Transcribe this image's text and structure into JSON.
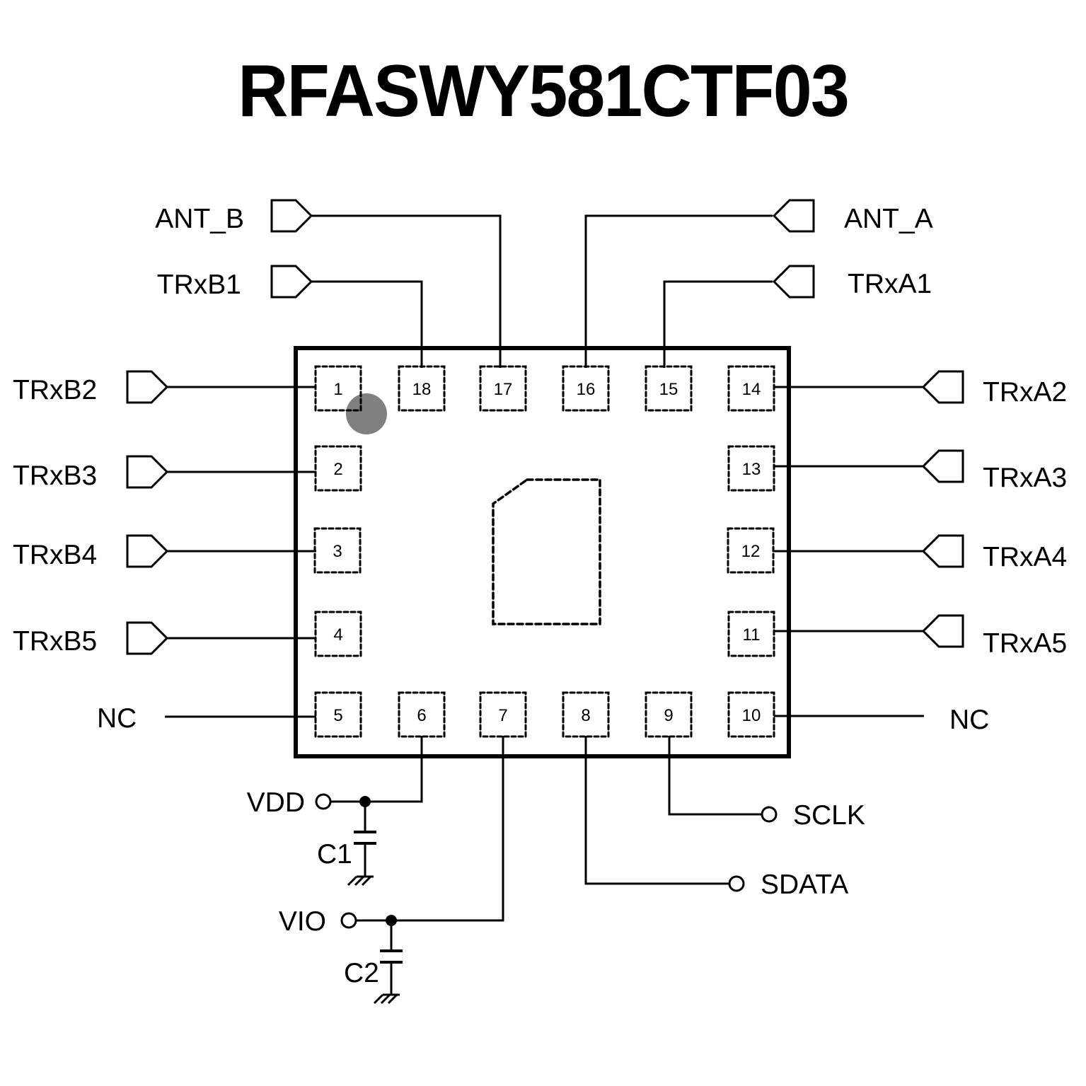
{
  "title": "RFASWY581CTF03",
  "colors": {
    "ink": "#000000",
    "pin1_marker": "#808080",
    "background": "#ffffff"
  },
  "pins": [
    {
      "num": "1"
    },
    {
      "num": "2"
    },
    {
      "num": "3"
    },
    {
      "num": "4"
    },
    {
      "num": "5"
    },
    {
      "num": "6"
    },
    {
      "num": "7"
    },
    {
      "num": "8"
    },
    {
      "num": "9"
    },
    {
      "num": "10"
    },
    {
      "num": "11"
    },
    {
      "num": "12"
    },
    {
      "num": "13"
    },
    {
      "num": "14"
    },
    {
      "num": "15"
    },
    {
      "num": "16"
    },
    {
      "num": "17"
    },
    {
      "num": "18"
    }
  ],
  "ports": {
    "ant_b": "ANT_B",
    "trxb1": "TRxB1",
    "trxb2": "TRxB2",
    "trxb3": "TRxB3",
    "trxb4": "TRxB4",
    "trxb5": "TRxB5",
    "ant_a": "ANT_A",
    "trxa1": "TRxA1",
    "trxa2": "TRxA2",
    "trxa3": "TRxA3",
    "trxa4": "TRxA4",
    "trxa5": "TRxA5",
    "nc_left": "NC",
    "nc_right": "NC",
    "vdd": "VDD",
    "vio": "VIO",
    "sclk": "SCLK",
    "sdata": "SDATA"
  },
  "components": {
    "c1": "C1",
    "c2": "C2"
  },
  "icons": {
    "port": "pentagon-port-icon",
    "terminal": "open-circle-terminal-icon",
    "junction": "junction-dot-icon",
    "ground": "ground-icon",
    "capacitor": "capacitor-icon"
  }
}
